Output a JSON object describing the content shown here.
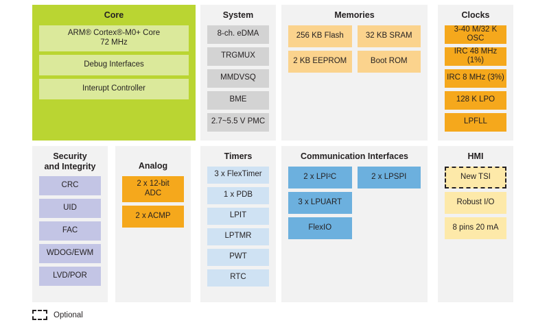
{
  "diagram": {
    "legend": {
      "label": "Optional",
      "swatch_style": "dashed-border"
    },
    "colors": {
      "core_panel": "#bad532",
      "core_block": "#dbe99b",
      "panel_bg": "#f2f2f2",
      "system_block": "#d3d3d3",
      "memory_block": "#fbd38d",
      "clock_block": "#f5a81c",
      "security_block": "#c3c5e5",
      "analog_block": "#f5a81c",
      "timer_block": "#cfe2f3",
      "comm_block": "#6cb0de",
      "hmi_block": "#fde9a9",
      "text": "#231f20"
    },
    "panels": {
      "core": {
        "title": "Core",
        "blocks": [
          {
            "label": "ARM® Cortex®-M0+ Core\n72 MHz"
          },
          {
            "label": "Debug Interfaces"
          },
          {
            "label": "Interupt Controller"
          }
        ]
      },
      "system": {
        "title": "System",
        "blocks": [
          {
            "label": "8-ch. eDMA"
          },
          {
            "label": "TRGMUX"
          },
          {
            "label": "MMDVSQ"
          },
          {
            "label": "BME"
          },
          {
            "label": "2.7~5.5 V PMC"
          }
        ]
      },
      "memories": {
        "title": "Memories",
        "blocks": [
          {
            "label": "256 KB Flash"
          },
          {
            "label": "32 KB SRAM"
          },
          {
            "label": "2 KB EEPROM"
          },
          {
            "label": "Boot ROM"
          }
        ]
      },
      "clocks": {
        "title": "Clocks",
        "blocks": [
          {
            "label": "3-40 M/32 K OSC"
          },
          {
            "label": "IRC 48 MHz (1%)"
          },
          {
            "label": "IRC 8 MHz (3%)"
          },
          {
            "label": "128 K LPO"
          },
          {
            "label": "LPFLL"
          }
        ]
      },
      "security": {
        "title": "Security\nand Integrity",
        "blocks": [
          {
            "label": "CRC"
          },
          {
            "label": "UID"
          },
          {
            "label": "FAC"
          },
          {
            "label": "WDOG/EWM"
          },
          {
            "label": "LVD/POR"
          }
        ]
      },
      "analog": {
        "title": "Analog",
        "blocks": [
          {
            "label": "2 x 12-bit\nADC"
          },
          {
            "label": "2 x ACMP"
          }
        ]
      },
      "timers": {
        "title": "Timers",
        "blocks": [
          {
            "label": "3 x FlexTimer"
          },
          {
            "label": "1 x PDB"
          },
          {
            "label": "LPIT"
          },
          {
            "label": "LPTMR"
          },
          {
            "label": "PWT"
          },
          {
            "label": "RTC"
          }
        ]
      },
      "communication": {
        "title": "Communication Interfaces",
        "left_blocks": [
          {
            "label": "2 x LPI²C"
          },
          {
            "label": "3 x LPUART"
          },
          {
            "label": "FlexIO"
          }
        ],
        "right_blocks": [
          {
            "label": "2 x LPSPI"
          }
        ]
      },
      "hmi": {
        "title": "HMI",
        "blocks": [
          {
            "label": "New TSI",
            "optional": true
          },
          {
            "label": "Robust I/O",
            "optional": false
          },
          {
            "label": "8 pins 20 mA",
            "optional": false
          }
        ]
      }
    }
  }
}
